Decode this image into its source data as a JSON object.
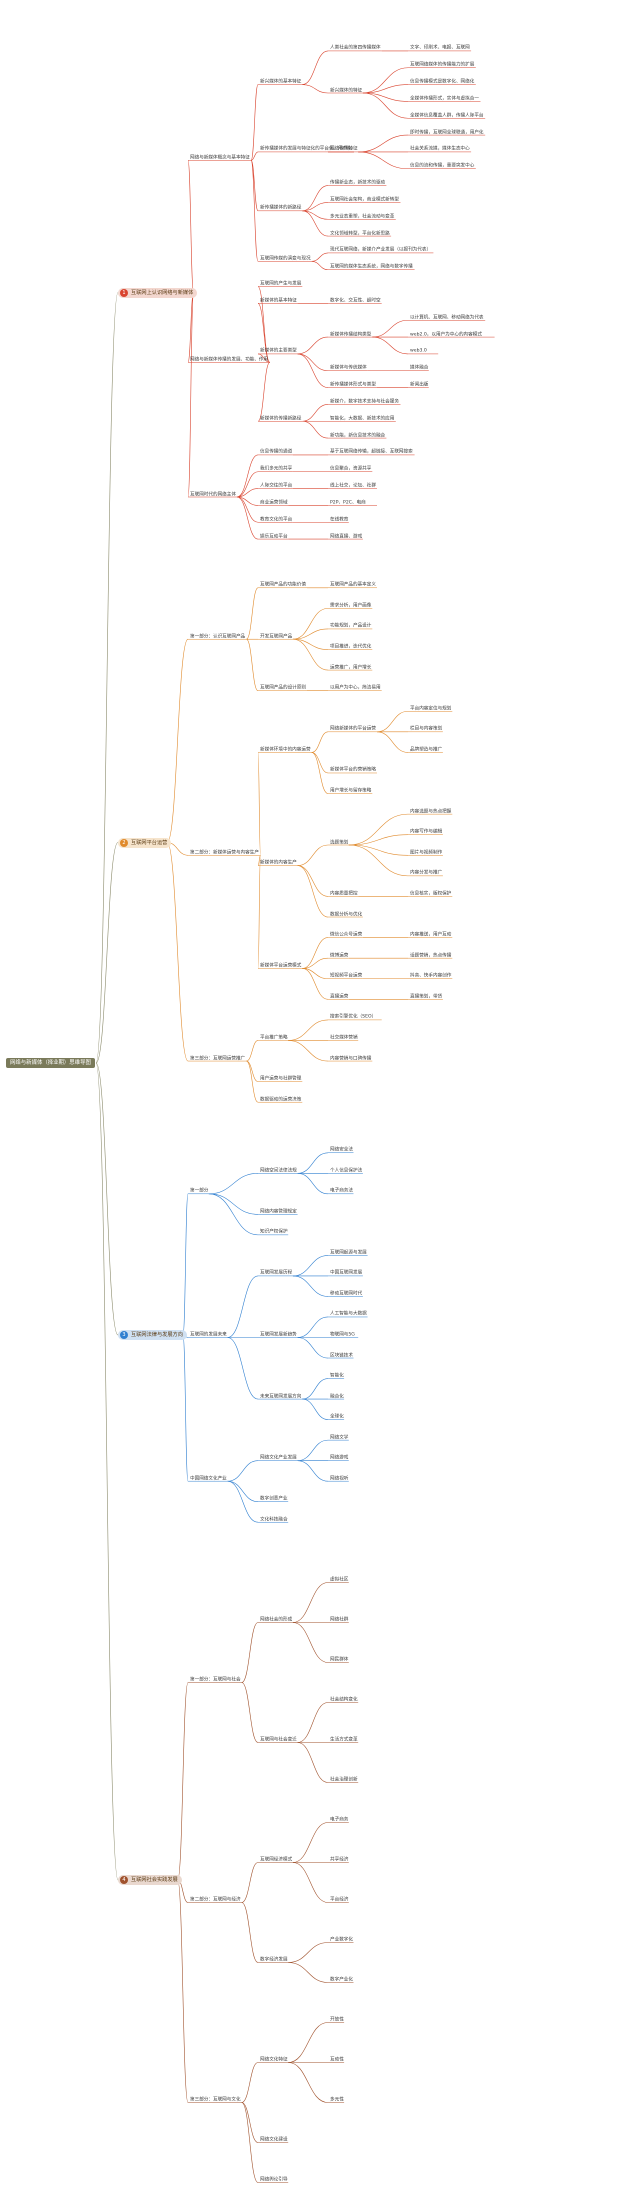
{
  "root": "网络与新媒体（择业期）思维导图",
  "branches": [
    {
      "num": "1",
      "label": "互联网上认识网络与新媒体",
      "fill": "#f3d7cf",
      "badge": "#d9442f",
      "nodes": [
        {
          "t": "网络与新媒体概念与基本特征",
          "c": [
            {
              "t": "新兴媒体的基本特征",
              "c": [
                {
                  "t": "人类社会的第四传播媒体",
                  "c": [
                    {
                      "t": "文字、印刷术、电报、互联网"
                    }
                  ]
                },
                {
                  "t": "新兴媒体的特征",
                  "c": [
                    {
                      "t": "互联网络媒体的传播能力的扩展"
                    },
                    {
                      "t": "信息传播模式是数字化、网络化"
                    },
                    {
                      "t": "全媒体传播形式，实体与虚拟合一"
                    },
                    {
                      "t": "全媒体信息覆盖人群，传播人际平台"
                    }
                  ]
                }
              ]
            },
            {
              "t": "新传播媒体的发展与特征化的平台化、用户化",
              "c": [
                {
                  "t": "网络传播特征",
                  "c": [
                    {
                      "t": "即时传播，互联网全球联通，用户化"
                    },
                    {
                      "t": "社会关系流媒，媒体生态中心"
                    },
                    {
                      "t": "信息的流和传播，重要突发中心"
                    }
                  ]
                }
              ]
            },
            {
              "t": "新传播媒体的新路径",
              "c": [
                {
                  "t": "传播新业态，新技术的驱动"
                },
                {
                  "t": "互联网社会架构，商业模式新转型"
                },
                {
                  "t": "多元业态重塑，社会流动与变革"
                },
                {
                  "t": "文化领域转型，平台化新思路"
                }
              ]
            },
            {
              "t": "互联网传媒的演变与现况",
              "c": [
                {
                  "t": "现代互联网络，新媒介产业发展（以报刊为代表）"
                },
                {
                  "t": "互联网的媒体生态系统，网络与数字传播"
                }
              ]
            }
          ]
        },
        {
          "t": "网络与新媒体传播的发展、功能、作用",
          "c": [
            {
              "t": "互联网的产生与发展"
            },
            {
              "t": "新媒体的基本特征",
              "c": [
                {
                  "t": "数字化、交互性、超时空"
                }
              ]
            },
            {
              "t": "新媒体的主要类型",
              "c": [
                {
                  "t": "新媒体传播结构类型",
                  "c": [
                    {
                      "t": "以计算机、互联网、移动网络为代表"
                    },
                    {
                      "t": "web2.0，以用户为中心的内容模式"
                    },
                    {
                      "t": "web3.0"
                    }
                  ]
                },
                {
                  "t": "新媒体与传统媒体",
                  "c": [
                    {
                      "t": "媒体融合"
                    }
                  ]
                },
                {
                  "t": "新传播媒体形式与类型",
                  "c": [
                    {
                      "t": "新闻出版"
                    }
                  ]
                }
              ]
            },
            {
              "t": "新媒体的传播新路径",
              "c": [
                {
                  "t": "新媒介，数字技术支持与社会服务"
                },
                {
                  "t": "智能化，大数据、新技术的应用"
                },
                {
                  "t": "新功能，新信息技术的融合"
                }
              ]
            }
          ]
        },
        {
          "t": "互联网时代的网络主体",
          "c": [
            {
              "t": "信息传播的通道",
              "c": [
                {
                  "t": "基于互联网络传输，超链接、互联网搜索"
                }
              ]
            },
            {
              "t": "我们多元的共享",
              "c": [
                {
                  "t": "信息聚合，资源共享"
                }
              ]
            },
            {
              "t": "人际交往的平台",
              "c": [
                {
                  "t": "线上社交，论坛、社群"
                }
              ]
            },
            {
              "t": "商业运营领域",
              "c": [
                {
                  "t": "P2P、P2C、电商"
                }
              ]
            },
            {
              "t": "教育文化的平台",
              "c": [
                {
                  "t": "在线教育"
                }
              ]
            },
            {
              "t": "娱乐互动平台",
              "c": [
                {
                  "t": "网络直播、游戏"
                }
              ]
            }
          ]
        }
      ]
    },
    {
      "num": "2",
      "label": "互联网平台运营",
      "fill": "#f6e4cc",
      "badge": "#e08a2c",
      "nodes": [
        {
          "t": "第一部分：认识互联网产品",
          "c": [
            {
              "t": "互联网产品的功能价值",
              "c": [
                {
                  "t": "互联网产品的基本定义"
                }
              ]
            },
            {
              "t": "开发互联网产品",
              "c": [
                {
                  "t": "需求分析，用户画像"
                },
                {
                  "t": "功能规划，产品设计"
                },
                {
                  "t": "项目推进，迭代优化"
                },
                {
                  "t": "运营推广，用户增长"
                }
              ]
            },
            {
              "t": "互联网产品的设计原则",
              "c": [
                {
                  "t": "以用户为中心，简洁易用"
                }
              ]
            }
          ]
        },
        {
          "t": "第二部分：新媒体运营与内容生产",
          "c": [
            {
              "t": "新媒体环境中的内容运营",
              "c": [
                {
                  "t": "网络新媒体的平台运营",
                  "c": [
                    {
                      "t": "平台内容定位与规划"
                    },
                    {
                      "t": "栏目与内容策划"
                    },
                    {
                      "t": "品牌塑造与推广"
                    }
                  ]
                },
                {
                  "t": "新媒体平台的营销策略"
                },
                {
                  "t": "用户增长与留存策略"
                }
              ]
            },
            {
              "t": "新媒体的内容生产",
              "c": [
                {
                  "t": "选题策划",
                  "c": [
                    {
                      "t": "内容选题与热点把握"
                    },
                    {
                      "t": "内容写作与编辑"
                    },
                    {
                      "t": "图片与视频制作"
                    },
                    {
                      "t": "内容分发与推广"
                    }
                  ]
                },
                {
                  "t": "内容质量把控",
                  "c": [
                    {
                      "t": "信息核实，版权保护"
                    }
                  ]
                },
                {
                  "t": "数据分析与优化"
                }
              ]
            },
            {
              "t": "新媒体平台运营模式",
              "c": [
                {
                  "t": "微信公众号运营",
                  "c": [
                    {
                      "t": "内容推送，用户互动"
                    }
                  ]
                },
                {
                  "t": "微博运营",
                  "c": [
                    {
                      "t": "话题营销，热点传播"
                    }
                  ]
                },
                {
                  "t": "短视频平台运营",
                  "c": [
                    {
                      "t": "抖音、快手内容创作"
                    }
                  ]
                },
                {
                  "t": "直播运营",
                  "c": [
                    {
                      "t": "直播策划，带货"
                    }
                  ]
                }
              ]
            }
          ]
        },
        {
          "t": "第三部分：互联网运营推广",
          "c": [
            {
              "t": "平台推广策略",
              "c": [
                {
                  "t": "搜索引擎优化（SEO）"
                },
                {
                  "t": "社交媒体营销"
                },
                {
                  "t": "内容营销与口碑传播"
                }
              ]
            },
            {
              "t": "用户运营与社群管理"
            },
            {
              "t": "数据驱动的运营决策"
            }
          ]
        }
      ]
    },
    {
      "num": "3",
      "label": "互联网法律与发展方向",
      "fill": "#cfe0f2",
      "badge": "#2f7fd0",
      "nodes": [
        {
          "t": "第一部分",
          "c": [
            {
              "t": "网络空间法律法规",
              "c": [
                {
                  "t": "网络安全法"
                },
                {
                  "t": "个人信息保护法"
                },
                {
                  "t": "电子商务法"
                }
              ]
            },
            {
              "t": "网络内容管理规定"
            },
            {
              "t": "知识产权保护"
            }
          ]
        },
        {
          "t": "互联网的发展未来",
          "c": [
            {
              "t": "互联网发展历程",
              "c": [
                {
                  "t": "互联网起源与发展"
                },
                {
                  "t": "中国互联网发展"
                },
                {
                  "t": "移动互联网时代"
                }
              ]
            },
            {
              "t": "互联网发展新趋势",
              "c": [
                {
                  "t": "人工智能与大数据"
                },
                {
                  "t": "物联网与5G"
                },
                {
                  "t": "区块链技术"
                }
              ]
            },
            {
              "t": "未来互联网发展方向",
              "c": [
                {
                  "t": "智能化"
                },
                {
                  "t": "融合化"
                },
                {
                  "t": "全球化"
                }
              ]
            }
          ]
        },
        {
          "t": "中国网络文化产业",
          "c": [
            {
              "t": "网络文化产业发展",
              "c": [
                {
                  "t": "网络文学"
                },
                {
                  "t": "网络游戏"
                },
                {
                  "t": "网络视听"
                }
              ]
            },
            {
              "t": "数字创意产业"
            },
            {
              "t": "文化科技融合"
            }
          ]
        }
      ]
    },
    {
      "num": "4",
      "label": "互联网社会实践发展",
      "fill": "#e9d8cf",
      "badge": "#a0522d",
      "nodes": [
        {
          "t": "第一部分：互联网与社会",
          "c": [
            {
              "t": "网络社会的形成",
              "c": [
                {
                  "t": "虚拟社区"
                },
                {
                  "t": "网络社群"
                },
                {
                  "t": "网民群体"
                }
              ]
            },
            {
              "t": "互联网与社会变迁",
              "c": [
                {
                  "t": "社会结构变化"
                },
                {
                  "t": "生活方式变革"
                },
                {
                  "t": "社会治理创新"
                }
              ]
            }
          ]
        },
        {
          "t": "第二部分：互联网与经济",
          "c": [
            {
              "t": "互联网经济模式",
              "c": [
                {
                  "t": "电子商务"
                },
                {
                  "t": "共享经济"
                },
                {
                  "t": "平台经济"
                }
              ]
            },
            {
              "t": "数字经济发展",
              "c": [
                {
                  "t": "产业数字化"
                },
                {
                  "t": "数字产业化"
                }
              ]
            }
          ]
        },
        {
          "t": "第三部分：互联网与文化",
          "c": [
            {
              "t": "网络文化特征",
              "c": [
                {
                  "t": "开放性"
                },
                {
                  "t": "互动性"
                },
                {
                  "t": "多元性"
                }
              ]
            },
            {
              "t": "网络文化建设"
            },
            {
              "t": "网络舆论引导"
            }
          ]
        }
      ]
    }
  ]
}
